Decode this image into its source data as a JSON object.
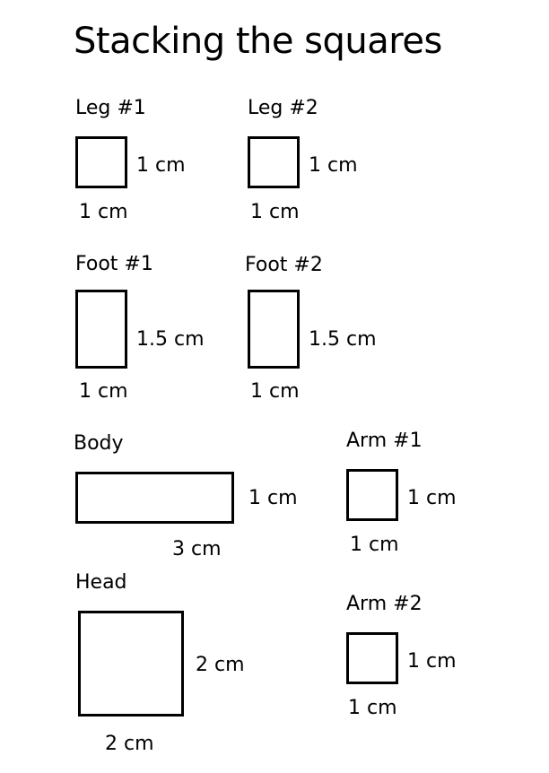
{
  "title": "Stacking the squares",
  "shapes": {
    "leg1": {
      "name": "Leg #1",
      "side_label": "1 cm",
      "bottom_label": "1 cm"
    },
    "leg2": {
      "name": "Leg #2",
      "side_label": "1 cm",
      "bottom_label": "1 cm"
    },
    "foot1": {
      "name": "Foot #1",
      "side_label": "1.5 cm",
      "bottom_label": "1 cm"
    },
    "foot2": {
      "name": "Foot #2",
      "side_label": "1.5 cm",
      "bottom_label": "1 cm"
    },
    "body": {
      "name": "Body",
      "side_label": "1 cm",
      "bottom_label": "3 cm"
    },
    "arm1": {
      "name": "Arm #1",
      "side_label": "1 cm",
      "bottom_label": "1 cm"
    },
    "head": {
      "name": "Head",
      "side_label": "2 cm",
      "bottom_label": "2 cm"
    },
    "arm2": {
      "name": "Arm #2",
      "side_label": "1 cm",
      "bottom_label": "1 cm"
    }
  }
}
